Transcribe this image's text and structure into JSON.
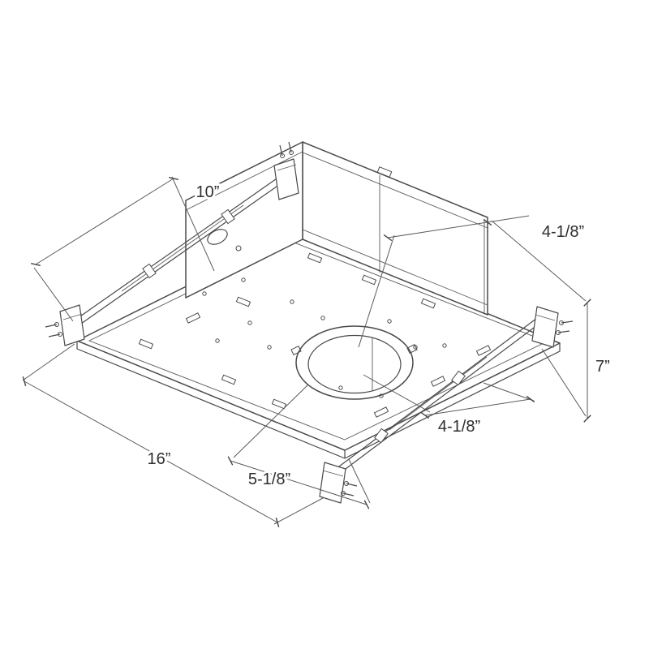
{
  "drawing": {
    "dimension_labels": {
      "depth_top_left": "10”",
      "center_to_back": "4-1/8”",
      "height_right": "7”",
      "center_to_right": "4-1/8”",
      "center_to_front": "5-1/8”",
      "width_bottom": "16”"
    },
    "colors": {
      "line": "#4a4a4a",
      "dim_line": "#5a5a5a",
      "text": "#2e2e2e",
      "background": "#ffffff"
    }
  }
}
